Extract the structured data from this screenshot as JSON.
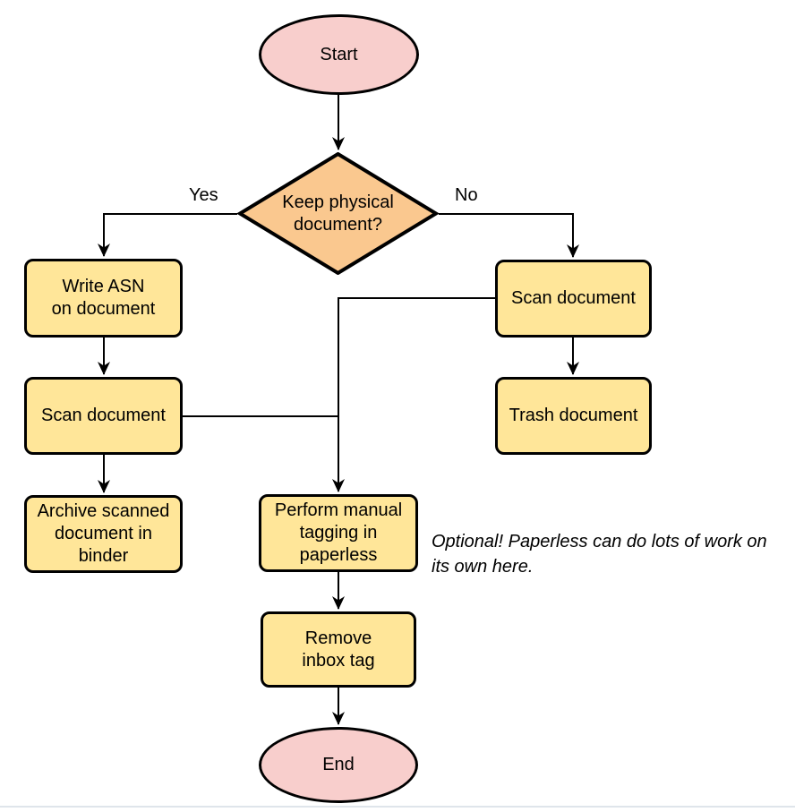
{
  "diagram": {
    "type": "flowchart",
    "nodes": {
      "start": {
        "label": "Start",
        "shape": "terminator"
      },
      "decision": {
        "label": "Keep physical\ndocument?",
        "shape": "decision"
      },
      "write_asn": {
        "label": "Write ASN\non document",
        "shape": "process"
      },
      "scan_left": {
        "label": "Scan document",
        "shape": "process"
      },
      "archive": {
        "label": "Archive scanned\ndocument in\nbinder",
        "shape": "process"
      },
      "scan_right": {
        "label": "Scan document",
        "shape": "process"
      },
      "trash": {
        "label": "Trash document",
        "shape": "process"
      },
      "tagging": {
        "label": "Perform manual\ntagging in\npaperless",
        "shape": "process"
      },
      "remove_inbox": {
        "label": "Remove\ninbox tag",
        "shape": "process"
      },
      "end": {
        "label": "End",
        "shape": "terminator"
      }
    },
    "edge_labels": {
      "yes": "Yes",
      "no": "No"
    },
    "edges": [
      {
        "from": "start",
        "to": "decision",
        "label": ""
      },
      {
        "from": "decision",
        "to": "write_asn",
        "label": "Yes"
      },
      {
        "from": "decision",
        "to": "scan_right",
        "label": "No"
      },
      {
        "from": "write_asn",
        "to": "scan_left",
        "label": ""
      },
      {
        "from": "scan_left",
        "to": "archive",
        "label": ""
      },
      {
        "from": "scan_left",
        "to": "tagging",
        "label": ""
      },
      {
        "from": "scan_right",
        "to": "trash",
        "label": ""
      },
      {
        "from": "scan_right",
        "to": "tagging",
        "label": ""
      },
      {
        "from": "tagging",
        "to": "remove_inbox",
        "label": ""
      },
      {
        "from": "remove_inbox",
        "to": "end",
        "label": ""
      }
    ],
    "annotation": "Optional! Paperless can do lots of work on\nits own here.",
    "colors": {
      "terminator_fill": "#f8cecc",
      "decision_fill": "#fac88f",
      "process_fill": "#ffe699",
      "stroke": "#000000"
    }
  }
}
